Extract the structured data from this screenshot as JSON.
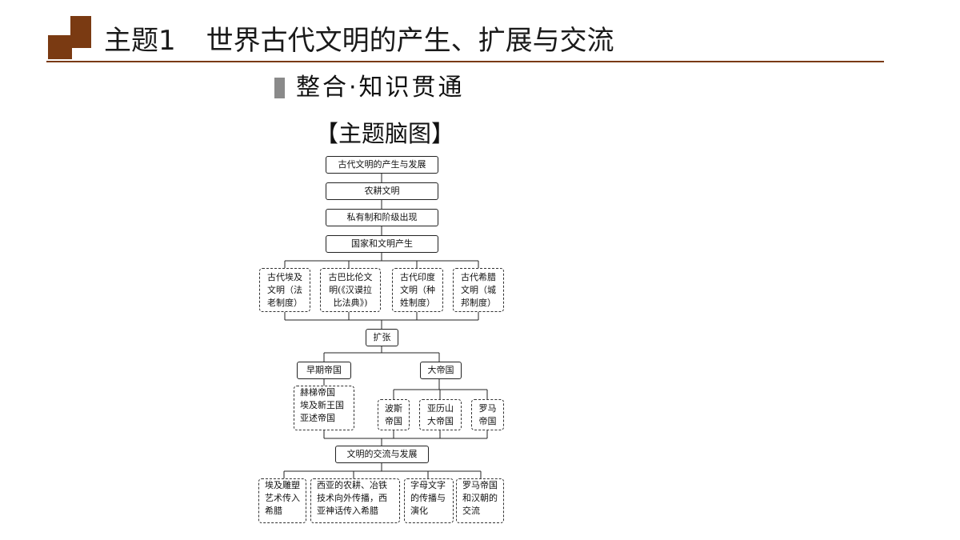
{
  "header": {
    "topic": "主题1",
    "title": "世界古代文明的产生、扩展与交流"
  },
  "section": {
    "title": "整合·知识贯通"
  },
  "mindmap": {
    "title": "【主题脑图】",
    "nodes": {
      "origin": "古代文明的产生与发展",
      "agri": "农耕文明",
      "private": "私有制和阶级出现",
      "state": "国家和文明产生",
      "egypt": [
        "古代埃及",
        "文明（法",
        "老制度）"
      ],
      "babylon": [
        "古巴比伦文",
        "明(《汉谟拉",
        "比法典》)"
      ],
      "india": [
        "古代印度",
        "文明（种",
        "姓制度）"
      ],
      "greece": [
        "古代希腊",
        "文明（城",
        "邦制度）"
      ],
      "expansion": "扩张",
      "early_empire": "早期帝国",
      "great_empire": "大帝国",
      "early_list": [
        "赫梯帝国",
        "埃及新王国",
        "亚述帝国"
      ],
      "persia": [
        "波斯",
        "帝国"
      ],
      "alexander": [
        "亚历山",
        "大帝国"
      ],
      "rome": [
        "罗马",
        "帝国"
      ],
      "exchange": "文明的交流与发展",
      "ex1": [
        "埃及雕塑",
        "艺术传入",
        "希腊"
      ],
      "ex2": [
        "西亚的农耕、冶铁",
        "技术向外传播，西",
        "亚神话传入希腊"
      ],
      "ex3": [
        "字母文字",
        "的传播与",
        "演化"
      ],
      "ex4": [
        "罗马帝国",
        "和汉朝的",
        "交流"
      ]
    }
  },
  "colors": {
    "accent": "#7a3a12",
    "section_bar": "#8a8a8a"
  }
}
